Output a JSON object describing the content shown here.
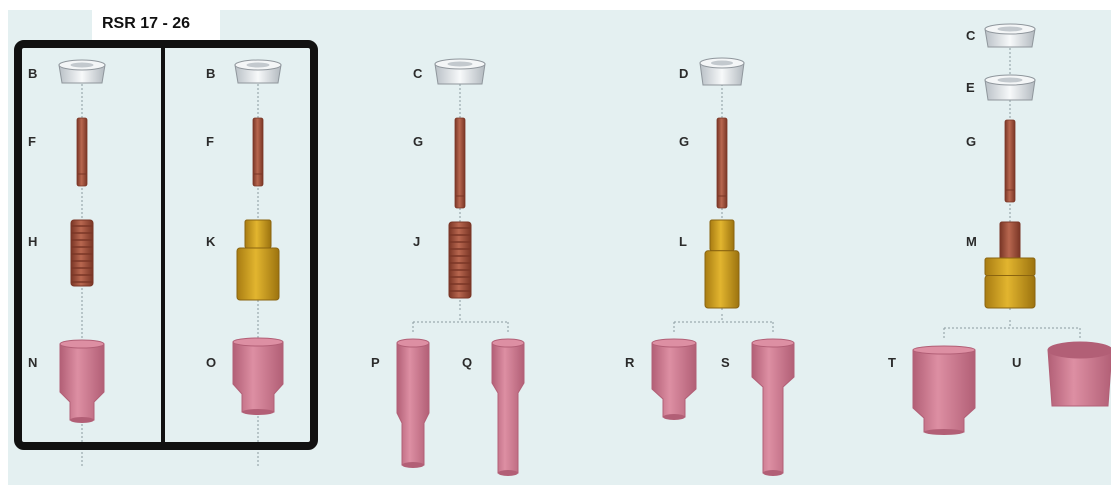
{
  "header": {
    "title": "RSR 17 - 26"
  },
  "colors": {
    "panel": "#e4f0f1",
    "frame": "#111111",
    "copper": "#b8674f",
    "copper_dark": "#7a3626",
    "brass": "#e2b52f",
    "ceramic": "#dd8fa3",
    "ceramic_dark": "#b25f76",
    "lens": "#dde2e6"
  },
  "labels": {
    "b1": "B",
    "f1": "F",
    "h": "H",
    "n": "N",
    "b2": "B",
    "f2": "F",
    "k": "K",
    "o": "O",
    "c1": "C",
    "g1": "G",
    "j": "J",
    "p": "P",
    "q": "Q",
    "d": "D",
    "g2": "G",
    "l": "L",
    "r": "R",
    "s": "S",
    "c2": "C",
    "e": "E",
    "g3": "G",
    "m": "M",
    "t": "T",
    "u": "U"
  }
}
